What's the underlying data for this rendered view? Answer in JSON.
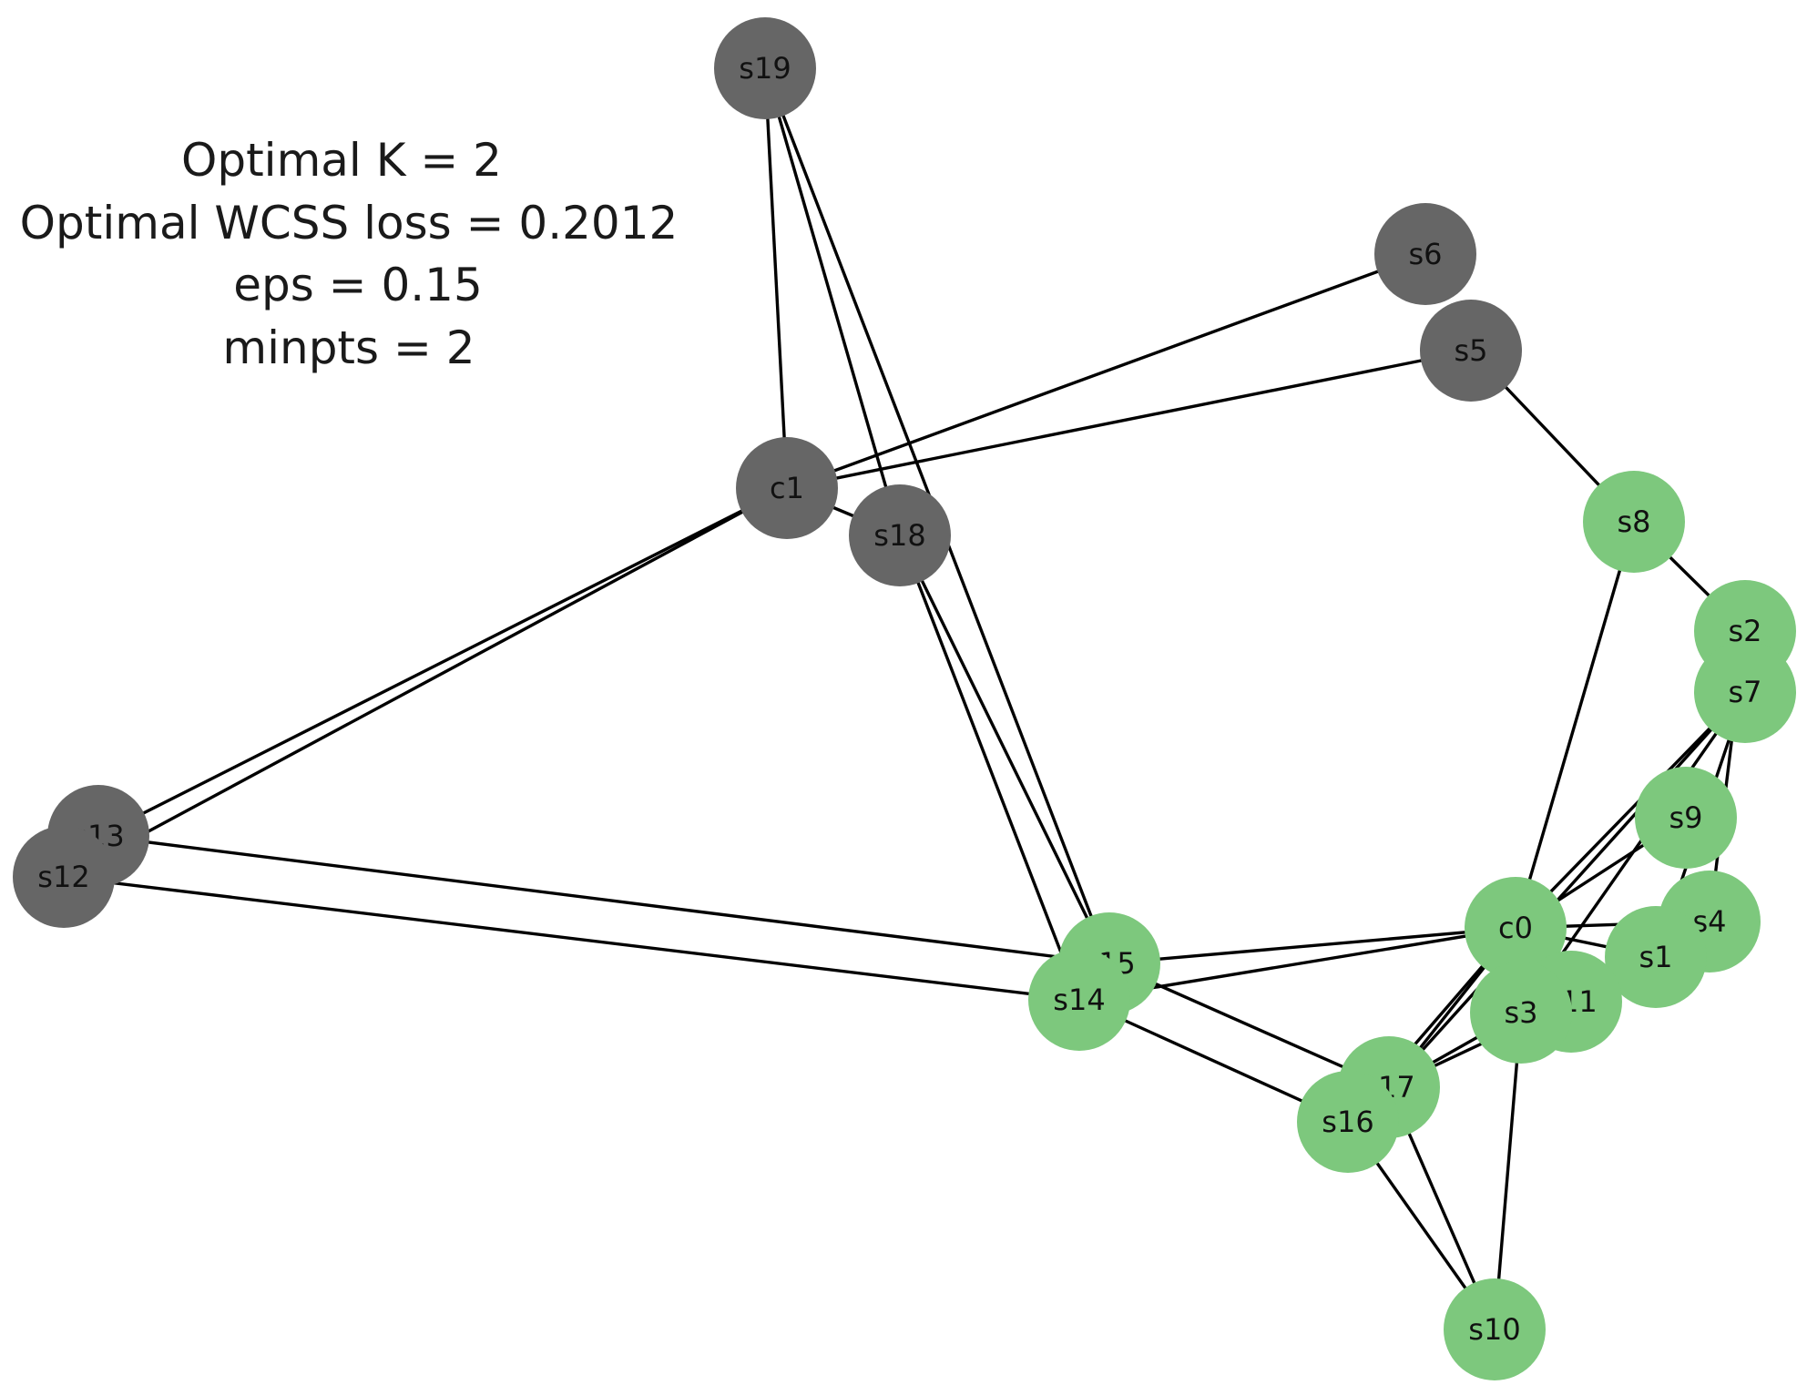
{
  "annotation": {
    "lines": [
      "Optimal K = 2",
      "Optimal WCSS loss = 0.2012",
      "eps = 0.15",
      "minpts = 2"
    ]
  },
  "colors": {
    "cluster_gray": "#666666",
    "cluster_green": "#7dc87d",
    "edge": "#000000"
  },
  "graph": {
    "nodes": [
      {
        "id": "s19",
        "label": "s19",
        "cluster": "gray"
      },
      {
        "id": "s6",
        "label": "s6",
        "cluster": "gray"
      },
      {
        "id": "s5",
        "label": "s5",
        "cluster": "gray"
      },
      {
        "id": "c1",
        "label": "c1",
        "cluster": "gray"
      },
      {
        "id": "s18",
        "label": "s18",
        "cluster": "gray"
      },
      {
        "id": "s13",
        "label": "s13",
        "cluster": "gray"
      },
      {
        "id": "s12",
        "label": "s12",
        "cluster": "gray"
      },
      {
        "id": "s8",
        "label": "s8",
        "cluster": "green"
      },
      {
        "id": "s2",
        "label": "s2",
        "cluster": "green"
      },
      {
        "id": "s7",
        "label": "s7",
        "cluster": "green"
      },
      {
        "id": "s9",
        "label": "s9",
        "cluster": "green"
      },
      {
        "id": "s4",
        "label": "s4",
        "cluster": "green"
      },
      {
        "id": "s1",
        "label": "s1",
        "cluster": "green"
      },
      {
        "id": "c0",
        "label": "c0",
        "cluster": "green"
      },
      {
        "id": "s11",
        "label": "s11",
        "cluster": "green"
      },
      {
        "id": "s3",
        "label": "s3",
        "cluster": "green"
      },
      {
        "id": "s15",
        "label": "s15",
        "cluster": "green"
      },
      {
        "id": "s14",
        "label": "s14",
        "cluster": "green"
      },
      {
        "id": "s17",
        "label": "s17",
        "cluster": "green"
      },
      {
        "id": "s16",
        "label": "s16",
        "cluster": "green"
      },
      {
        "id": "s10",
        "label": "s10",
        "cluster": "green"
      }
    ],
    "edges": [
      [
        "s19",
        "c1"
      ],
      [
        "s19",
        "s18"
      ],
      [
        "s19",
        "s15"
      ],
      [
        "c1",
        "s6"
      ],
      [
        "c1",
        "s5"
      ],
      [
        "c1",
        "s18"
      ],
      [
        "c1",
        "s13"
      ],
      [
        "c1",
        "s12"
      ],
      [
        "s18",
        "s15"
      ],
      [
        "s18",
        "s14"
      ],
      [
        "s5",
        "s8"
      ],
      [
        "s13",
        "s15"
      ],
      [
        "s12",
        "s14"
      ],
      [
        "s8",
        "s2"
      ],
      [
        "s8",
        "c0"
      ],
      [
        "s2",
        "s4"
      ],
      [
        "s7",
        "c0"
      ],
      [
        "s7",
        "s3"
      ],
      [
        "s7",
        "s17"
      ],
      [
        "s7",
        "s1"
      ],
      [
        "s9",
        "c0"
      ],
      [
        "s4",
        "c0"
      ],
      [
        "s1",
        "c0"
      ],
      [
        "c0",
        "s15"
      ],
      [
        "c0",
        "s14"
      ],
      [
        "c0",
        "s17"
      ],
      [
        "c0",
        "s16"
      ],
      [
        "c0",
        "s11"
      ],
      [
        "s3",
        "s10"
      ],
      [
        "s3",
        "s17"
      ],
      [
        "s11",
        "s17"
      ],
      [
        "s15",
        "s17"
      ],
      [
        "s14",
        "s16"
      ],
      [
        "s17",
        "s10"
      ],
      [
        "s16",
        "s10"
      ]
    ]
  }
}
